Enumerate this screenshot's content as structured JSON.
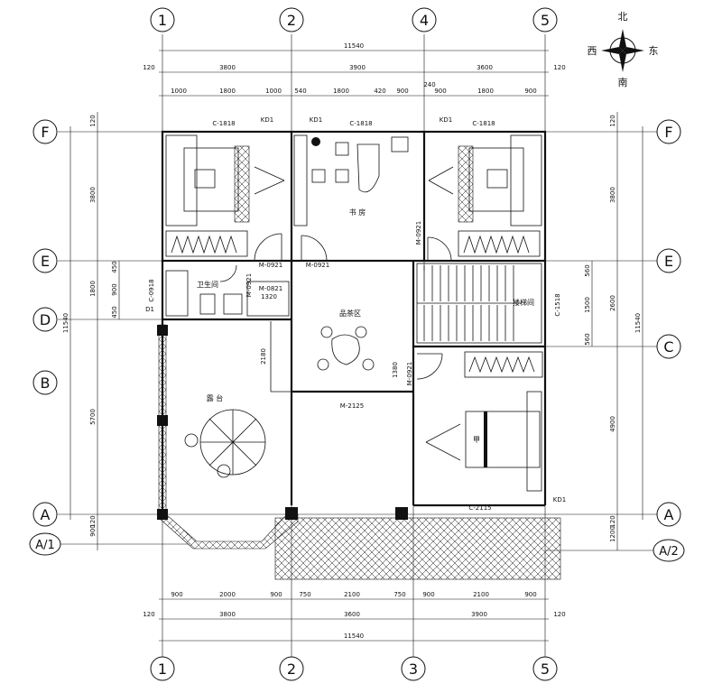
{
  "grid_top": [
    "1",
    "2",
    "4",
    "5"
  ],
  "grid_bottom": [
    "1",
    "2",
    "3",
    "5"
  ],
  "grid_left": [
    "F",
    "E",
    "D",
    "B",
    "A",
    "A/1"
  ],
  "grid_right": [
    "F",
    "E",
    "C",
    "A",
    "A/2"
  ],
  "dims": {
    "total_top": "11540",
    "total_bottom": "11540",
    "total_left": "11540",
    "total_right": "11540",
    "top_row2": [
      "120",
      "3800",
      "3900",
      "3600",
      "120"
    ],
    "top_row3": [
      "1000",
      "1800",
      "1000",
      "540",
      "1800",
      "420",
      "900",
      "240",
      "900",
      "1800",
      "900"
    ],
    "bottom_row1": [
      "900",
      "2000",
      "900",
      "750",
      "2100",
      "750",
      "900",
      "2100",
      "900"
    ],
    "bottom_row2": [
      "120",
      "3800",
      "3600",
      "3900",
      "120"
    ],
    "left_outer": [
      "120",
      "3800",
      "1800",
      "5700",
      "120",
      "900"
    ],
    "left_inner": [
      "450",
      "900",
      "450"
    ],
    "right_outer": [
      "120",
      "3800",
      "2600",
      "4900",
      "120",
      "1200"
    ],
    "right_inner": [
      "560",
      "1500",
      "560"
    ],
    "interior": [
      "2180",
      "1380",
      "1320"
    ]
  },
  "compass": {
    "north": "北",
    "south": "南",
    "east": "东",
    "west": "西"
  },
  "rooms": {
    "study": "书 房",
    "tea": "品茶区",
    "bath": "卫生间",
    "stair": "楼梯间",
    "terrace": "露 台",
    "bed_mark": "甲"
  },
  "codes": {
    "c1818_a": "C-1818",
    "c1818_b": "C-1818",
    "c1818_c": "C-1818",
    "kd1_a": "KD1",
    "kd1_b": "KD1",
    "kd1_c": "KD1",
    "kd1_d": "KD1",
    "m0921_a": "M-0921",
    "m0921_b": "M-0921",
    "m0921_c": "M-0921",
    "m0921_d": "M-0921",
    "m0921_e": "M-0921",
    "m0821": "M-0821",
    "m2125": "M-2125",
    "c0918": "C-0918",
    "c1518": "C-1518",
    "c2115": "C-2115",
    "d1": "D1"
  }
}
